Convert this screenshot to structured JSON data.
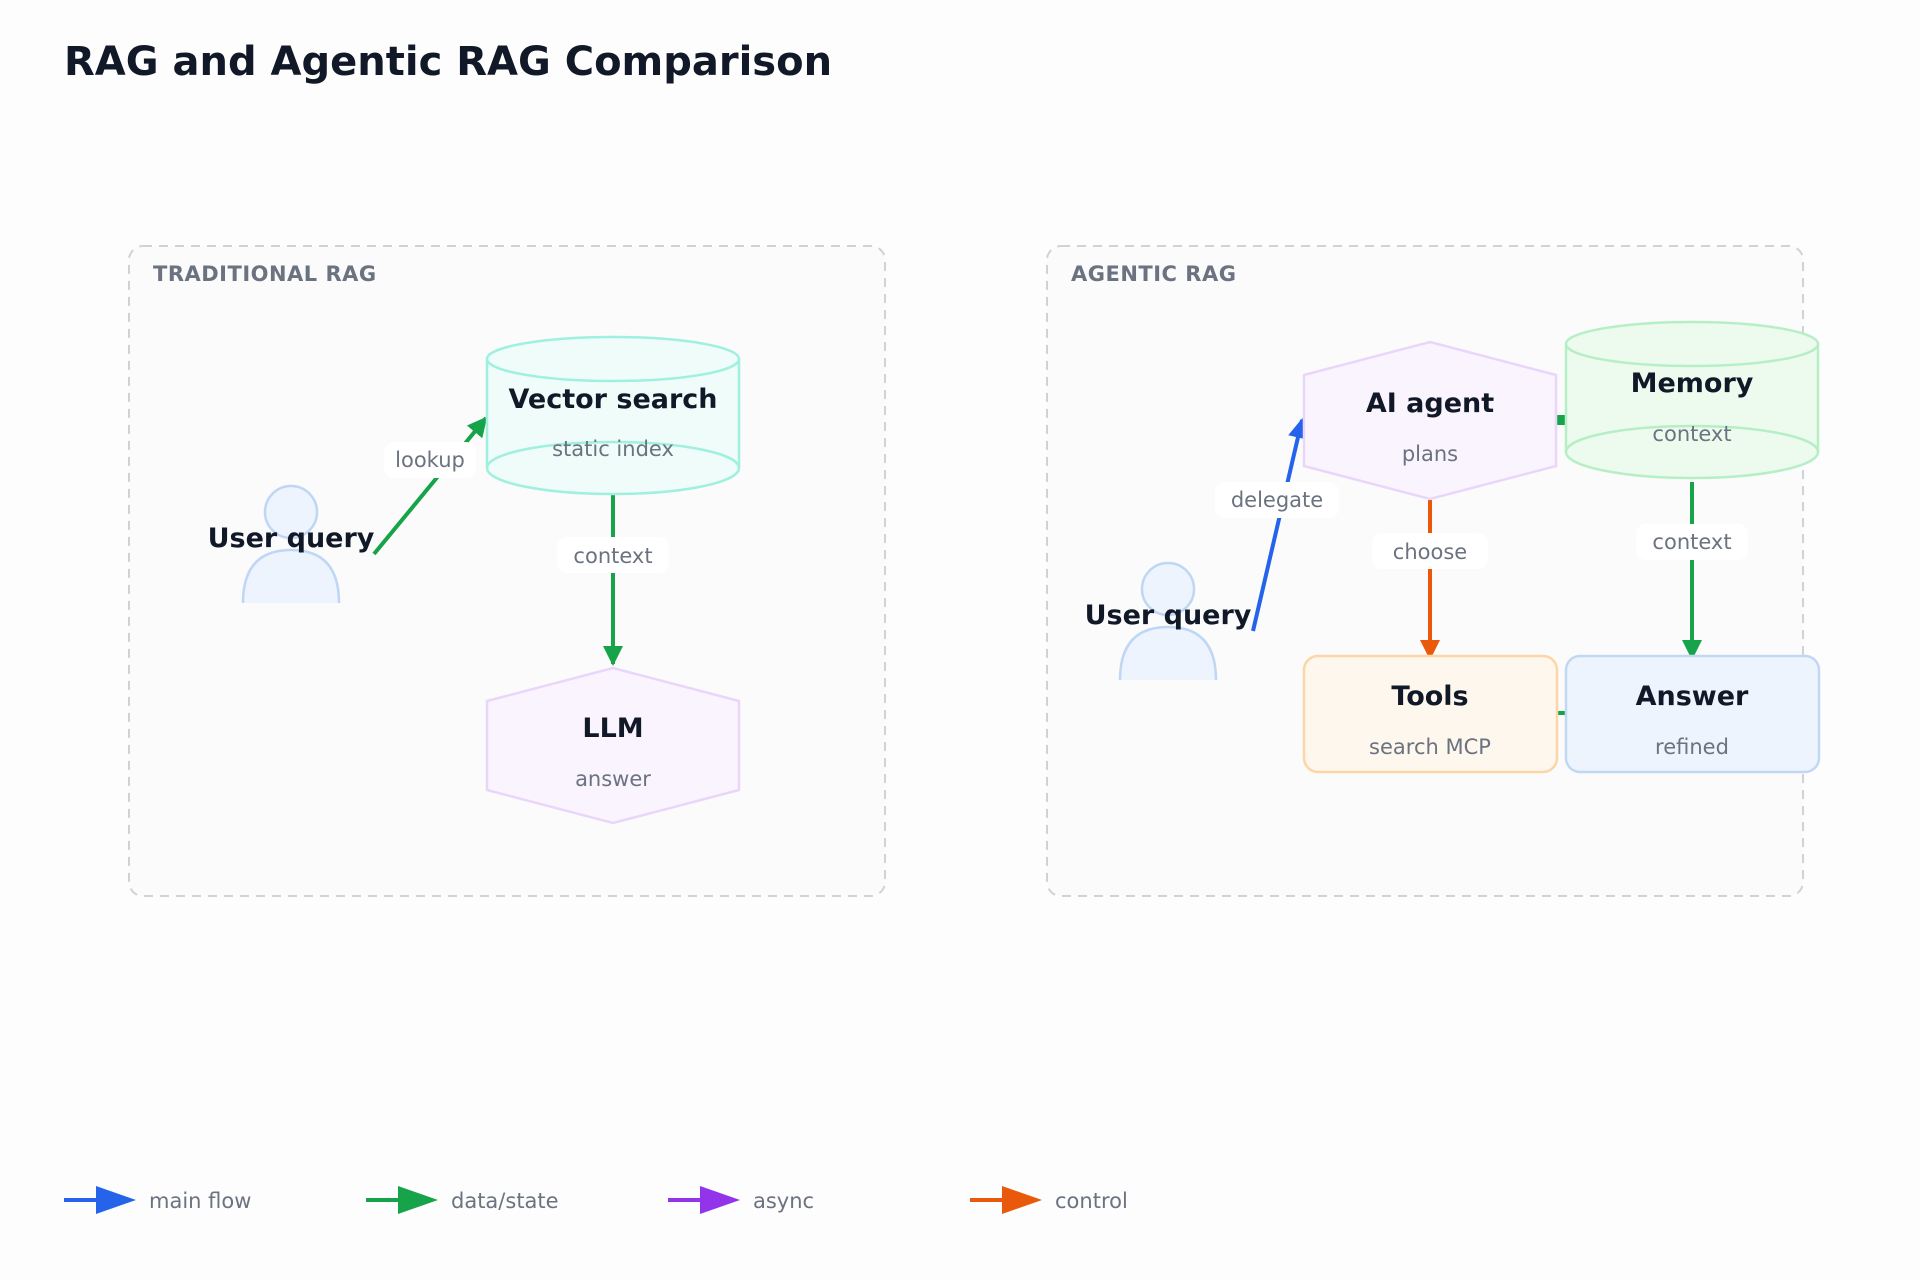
{
  "title": "RAG and Agentic RAG Comparison",
  "colors": {
    "main_flow": "#2563eb",
    "data_state": "#16a34a",
    "async": "#9333ea",
    "control": "#ea580c"
  },
  "panels": {
    "traditional": {
      "label": "TRADITIONAL RAG",
      "user": {
        "label": "User query",
        "icon": "person-icon"
      },
      "vector": {
        "title": "Vector search",
        "subtitle": "static index"
      },
      "llm": {
        "title": "LLM",
        "subtitle": "answer"
      },
      "edges": {
        "lookup": "lookup",
        "context": "context"
      }
    },
    "agentic": {
      "label": "AGENTIC RAG",
      "user": {
        "label": "User query",
        "icon": "person-icon"
      },
      "agent": {
        "title": "AI agent",
        "subtitle": "plans"
      },
      "memory": {
        "title": "Memory",
        "subtitle": "context"
      },
      "tools": {
        "title": "Tools",
        "subtitle": "search MCP"
      },
      "answer": {
        "title": "Answer",
        "subtitle": "refined"
      },
      "edges": {
        "delegate": "delegate",
        "choose": "choose",
        "context": "context"
      }
    }
  },
  "legend": [
    {
      "label": "main flow",
      "color": "#2563eb"
    },
    {
      "label": "data/state",
      "color": "#16a34a"
    },
    {
      "label": "async",
      "color": "#9333ea"
    },
    {
      "label": "control",
      "color": "#ea580c"
    }
  ]
}
